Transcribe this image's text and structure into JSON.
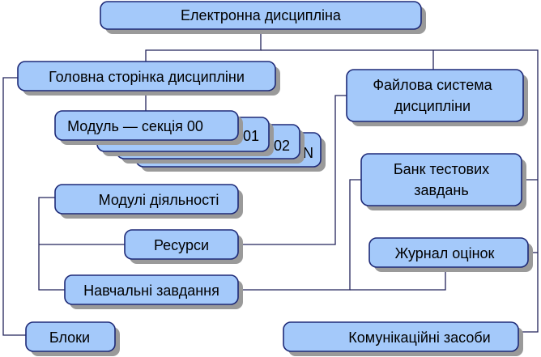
{
  "diagram": {
    "title": "Електронна дисципліна",
    "main_page": "Головна сторінка дисципліни",
    "module_section": "Модуль — секція 00",
    "module_01": "01",
    "module_02": "02",
    "module_n": "N",
    "activity_modules": "Модулі діяльності",
    "resources": "Ресурси",
    "assignments": "Навчальні завдання",
    "blocks": "Блоки",
    "file_system_line1": "Файлова система",
    "file_system_line2": "дисципліни",
    "test_bank_line1": "Банк тестових",
    "test_bank_line2": "завдань",
    "gradebook": "Журнал оцінок",
    "communication": "Комунікаційні засоби"
  },
  "colors": {
    "box_fill": "#a4c9fa",
    "box_stroke": "#1e2a78",
    "connector": "#22235a",
    "shadow": "#9a9a9a"
  }
}
